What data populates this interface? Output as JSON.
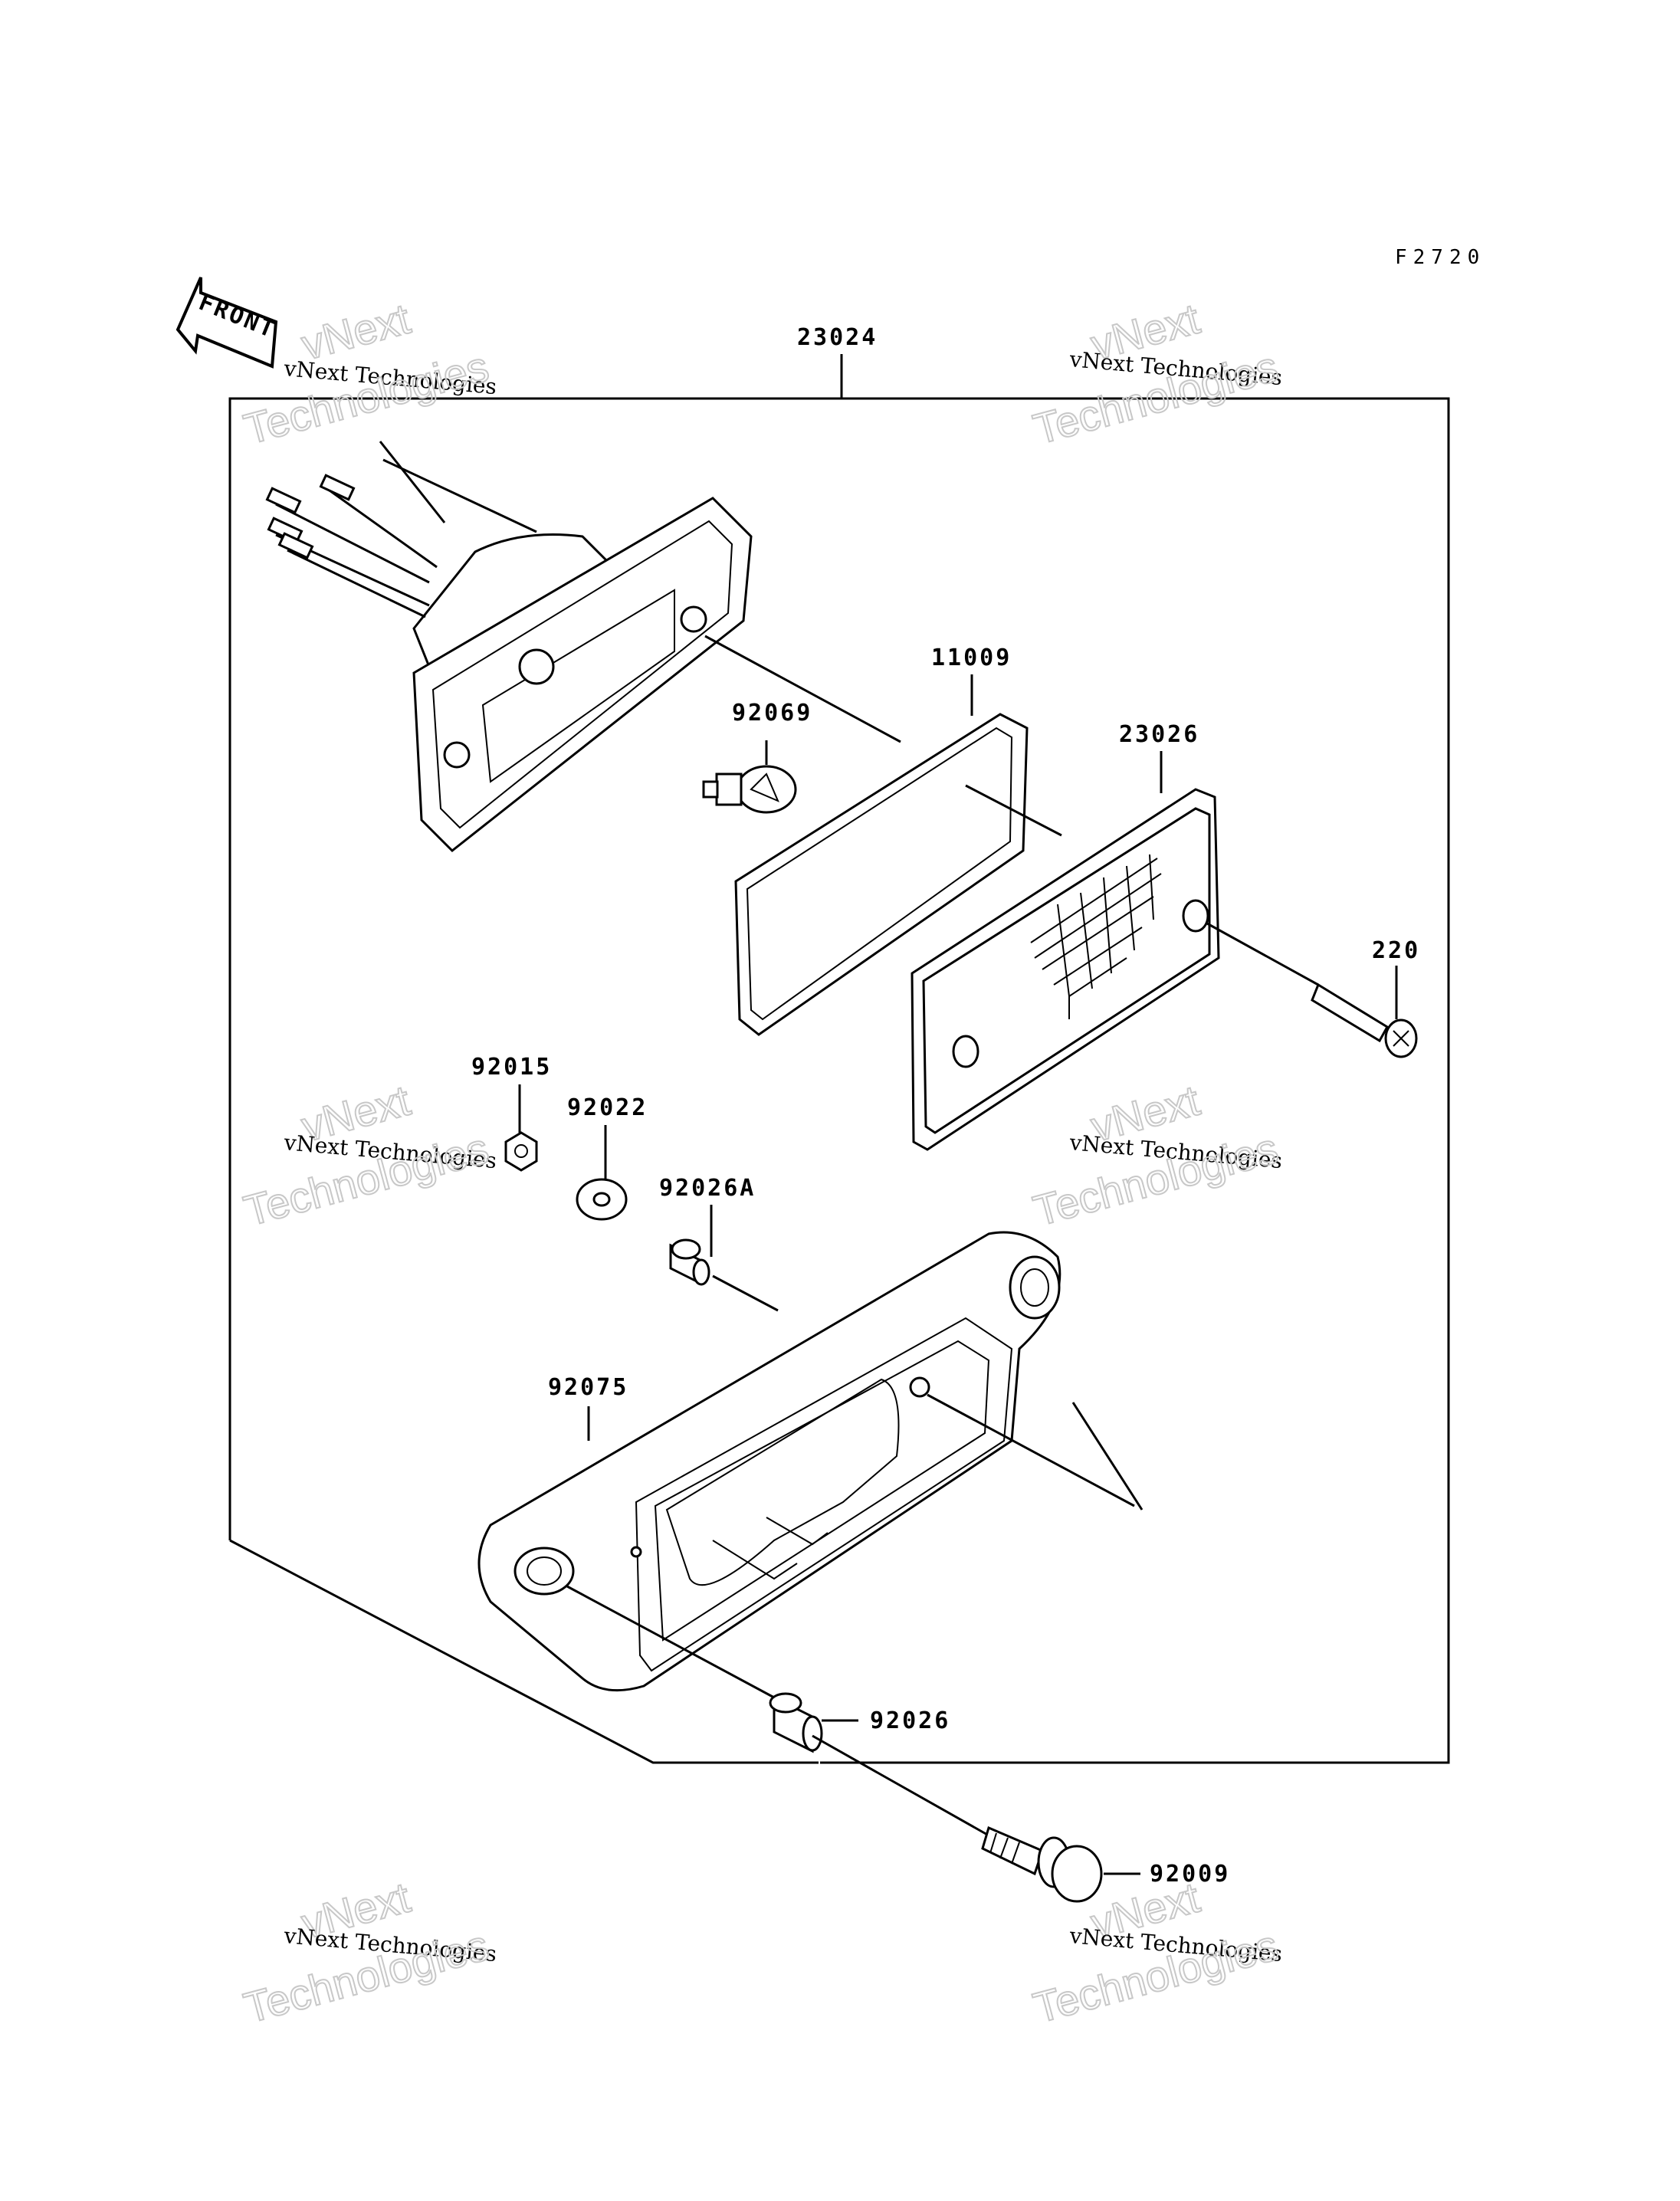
{
  "figure_code": "F2720",
  "front_marker": "FRONT",
  "watermark": {
    "line1": "vNext Technologies",
    "big_top": "vNext",
    "big_bottom": "Technologies"
  },
  "callouts": {
    "assembly": "23024",
    "gasket": "11009",
    "bulb": "92069",
    "lens": "23026",
    "lens_screw": "220",
    "nut": "92015",
    "washer": "92022",
    "collar_a": "92026A",
    "bracket": "92075",
    "collar": "92026",
    "bolt": "92009"
  }
}
